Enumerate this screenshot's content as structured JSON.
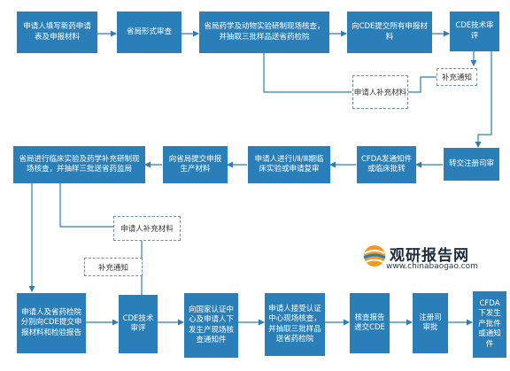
{
  "boxes": [
    {
      "id": "apply",
      "label": "申请人填写新药申请表及申报材料"
    },
    {
      "id": "provincial_review",
      "label": "省局形式审查"
    },
    {
      "id": "onsite_check",
      "label": "省局药学及动物实验研制现场核查，并抽取三批样品送省药检院"
    },
    {
      "id": "submit_cde",
      "label": "向CDE提交所有申报材料"
    },
    {
      "id": "cde_review_1",
      "label": "CDE技术审评"
    },
    {
      "id": "transfer_registrar",
      "label": "转交注册司审"
    },
    {
      "id": "cfda_notice",
      "label": "CFDA发通知件或临床批转"
    },
    {
      "id": "clinical_trials",
      "label": "申请人进行Ⅰ/Ⅱ/Ⅲ期临床实验或申请复审"
    },
    {
      "id": "submit_production",
      "label": "向省局提交申报生产材料"
    },
    {
      "id": "clinical_check",
      "label": "省局进行临床实验及药学补充研制现场核查，并抽样三批送省药监局"
    },
    {
      "id": "submit_reports",
      "label": "申请人及省药检院分别向CDE提交申报材料和检验报告"
    },
    {
      "id": "cde_review_2",
      "label": "CDE技术审评"
    },
    {
      "id": "gmp_notice",
      "label": "向国家认证中心及申请人下发生产现场核查通知件"
    },
    {
      "id": "gmp_check",
      "label": "申请人接受认证中心现场核查，并抽取三批样品送省药检院"
    },
    {
      "id": "report_cde",
      "label": "核查报告递交CDE"
    },
    {
      "id": "registrar_approval",
      "label": "注册司审批"
    },
    {
      "id": "cfda_approval",
      "label": "CFDA下发生产批件或通知件"
    }
  ],
  "notes": [
    {
      "id": "supplement_notice_1",
      "label": "补充通知"
    },
    {
      "id": "supplement_material_1",
      "label": "申请人补充材料"
    },
    {
      "id": "supplement_material_2",
      "label": "申请人补充材料"
    },
    {
      "id": "supplement_notice_2",
      "label": "补充通知"
    }
  ],
  "logo": {
    "name_cn": "观研报告网",
    "url": "www.chinabaogao.com"
  },
  "colors": {
    "box_fill": "#2a7fb8",
    "connector": "#2a7fb8",
    "note_border": "#6f8fa8"
  }
}
